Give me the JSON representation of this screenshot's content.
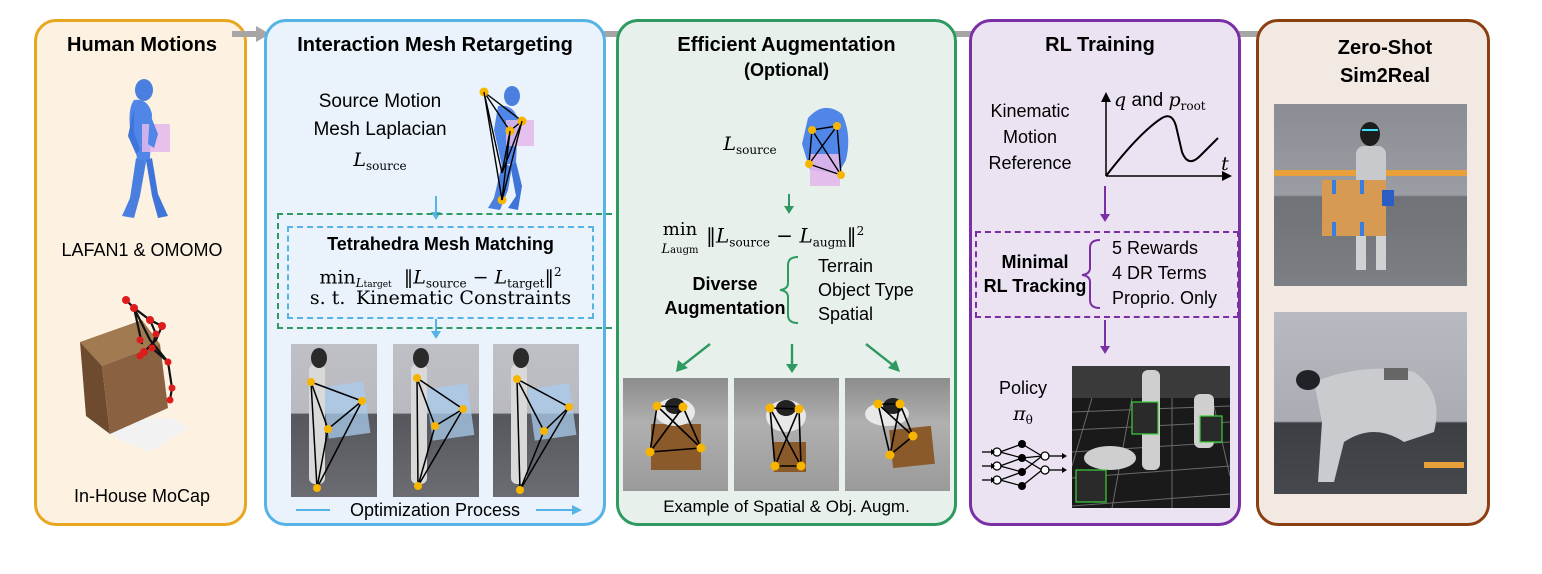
{
  "panels": {
    "human_motions": {
      "title": "Human Motions",
      "dataset_label": "LAFAN1 & OMOMO",
      "mocap_label": "In-House MoCap",
      "color": "#e8a621"
    },
    "retargeting": {
      "title": "Interaction Mesh Retargeting",
      "source_line1": "Source Motion",
      "source_line2": "Mesh Laplacian",
      "source_symbol": "L",
      "source_sub": "source",
      "matching_title": "Tetrahedra Mesh Matching",
      "objective_min": "min",
      "objective_min_sub": "L",
      "objective_min_subsub": "target",
      "objective_expr_a": "L",
      "objective_expr_a_sub": "source",
      "objective_minus": " − ",
      "objective_expr_b": "L",
      "objective_expr_b_sub": "target",
      "objective_power": "2",
      "constraint_prefix": "s. t.",
      "constraint_text": "Kinematic Constraints",
      "process_label": "Optimization Process",
      "color": "#56b3e6"
    },
    "augmentation": {
      "title": "Efficient Augmentation",
      "subtitle": "(Optional)",
      "source_symbol": "L",
      "source_sub": "source",
      "objective_min": "min",
      "objective_min_under": "L",
      "objective_min_under_sub": "augm",
      "objective_expr_a": "L",
      "objective_expr_a_sub": "source",
      "objective_minus": " − ",
      "objective_expr_b": "L",
      "objective_expr_b_sub": "augm",
      "objective_power": "2",
      "diverse_line1": "Diverse",
      "diverse_line2": "Augmentation",
      "options": [
        "Terrain",
        "Object Type",
        "Spatial"
      ],
      "example_label": "Example of Spatial & Obj. Augm.",
      "color": "#2e9a62"
    },
    "rl_training": {
      "title": "RL Training",
      "reference_lines": [
        "Kinematic",
        "Motion",
        "Reference"
      ],
      "plot_ylabel_q": "q",
      "plot_ylabel_and": " and ",
      "plot_ylabel_p": "p",
      "plot_ylabel_p_sub": "root",
      "plot_xlabel": "t",
      "tracking_line1": "Minimal",
      "tracking_line2": "RL Tracking",
      "tracking_items": [
        "5 Rewards",
        "4 DR Terms",
        "Proprio. Only"
      ],
      "policy_label": "Policy",
      "policy_symbol": "π",
      "policy_sub": "θ",
      "color": "#7b2fa5"
    },
    "sim2real": {
      "title_line1": "Zero-Shot",
      "title_line2": "Sim2Real",
      "color": "#8c3f10"
    }
  },
  "icons": {
    "flow_arrow": "gray-right-arrow-icon",
    "neural_net": "neural-network-icon"
  }
}
